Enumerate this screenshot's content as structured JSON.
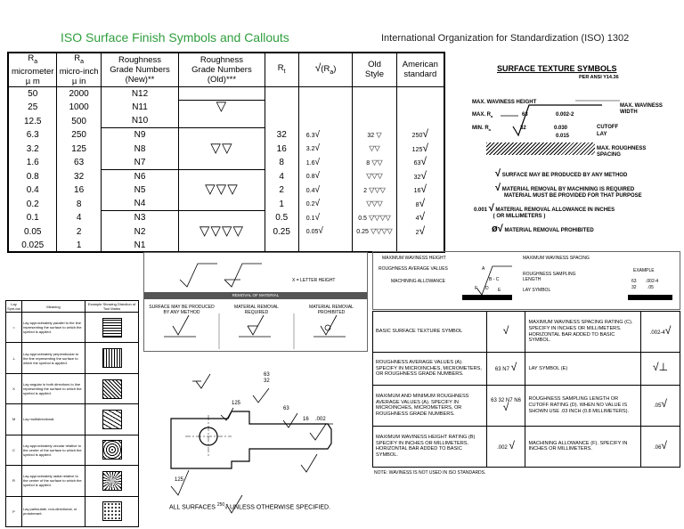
{
  "header": {
    "title": "ISO Surface Finish Symbols and Callouts",
    "subtitle": "International Organization for Standardization (ISO) 1302"
  },
  "table": {
    "headers": [
      {
        "l1": "R",
        "sub": "a",
        "l2": "micrometer",
        "l3": "µ m"
      },
      {
        "l1": "R",
        "sub": "a",
        "l2": "micro-inch",
        "l3": "µ in"
      },
      {
        "l1": "Roughness",
        "l2": "Grade Numbers",
        "l3": "(New)**"
      },
      {
        "l1": "Roughness",
        "l2": "Grade Numbers",
        "l3": "(Old)***"
      },
      {
        "l1": "R",
        "sub": "t"
      },
      {
        "l1": "(R",
        "sub": "a",
        "l2": ")"
      },
      {
        "l1": "Old",
        "l2": "Style"
      },
      {
        "l1": "American",
        "l2": "standard"
      }
    ],
    "rows": [
      {
        "um": "50",
        "uin": "2000",
        "grade": "N12"
      },
      {
        "um": "25",
        "uin": "1000",
        "grade": "N11"
      },
      {
        "um": "12.5",
        "uin": "500",
        "grade": "N10"
      },
      {
        "um": "6.3",
        "uin": "250",
        "grade": "N9",
        "rt": "32",
        "ra": "6.3",
        "old": "32",
        "am": "250"
      },
      {
        "um": "3.2",
        "uin": "125",
        "grade": "N8",
        "rt": "16",
        "ra": "3.2",
        "old": "",
        "am": "125"
      },
      {
        "um": "1.6",
        "uin": "63",
        "grade": "N7",
        "rt": "8",
        "ra": "1.6",
        "old": "8",
        "am": "63"
      },
      {
        "um": "0.8",
        "uin": "32",
        "grade": "N6",
        "rt": "4",
        "ra": "0.8",
        "old": "",
        "am": "32"
      },
      {
        "um": "0.4",
        "uin": "16",
        "grade": "N5",
        "rt": "2",
        "ra": "0.4",
        "old": "2",
        "am": "16"
      },
      {
        "um": "0.2",
        "uin": "8",
        "grade": "N4",
        "rt": "1",
        "ra": "0.2",
        "old": "",
        "am": "8"
      },
      {
        "um": "0.1",
        "uin": "4",
        "grade": "N3",
        "rt": "0.5",
        "ra": "0.1",
        "old": "0.5",
        "am": "4"
      },
      {
        "um": "0.05",
        "uin": "2",
        "grade": "N2",
        "rt": "0.25",
        "ra": "0.05",
        "old": "0.25",
        "am": "2"
      },
      {
        "um": "0.025",
        "uin": "1",
        "grade": "N1",
        "rt": "",
        "ra": "",
        "old": "",
        "am": ""
      }
    ]
  },
  "texture": {
    "title": "SURFACE TEXTURE SYMBOLS",
    "std": "PER ANSI Y14.36",
    "l1": "MAX. WAVINESS HEIGHT",
    "l2": "MAX. WAVINESS WIDTH",
    "l3": "MAX. R",
    "l3v": "63",
    "l3w": "0.002-2",
    "l4": "MIN. R",
    "l4v": "32",
    "l4w": "0.030",
    "l5": "CUTOFF",
    "l6": "LAY",
    "l6v": "0.015",
    "l7": "MAX. ROUGHNESS SPACING",
    "s1": "SURFACE MAY BE PRODUCED BY ANY METHOD",
    "s2": "MATERIAL REMOVAL BY MACHINING IS REQUIRED",
    "s2b": "MATERIAL MUST BE PROVIDED FOR THAT PURPOSE",
    "s3v": "0.001",
    "s3": "MATERIAL REMOVAL ALLOWANCE IN INCHES",
    "s3b": "( OR MILLIMETERS )",
    "s4": "MATERIAL REMOVAL PROHIBITED"
  },
  "center": {
    "xl": "X = LETTER HEIGHT",
    "bar": "REMOVAL OF MATERIAL",
    "c1": "SURFACE MAY BE PRODUCED BY ANY METHOD",
    "c2": "MATERIAL REMOVAL REQUIRED",
    "c3": "MATERIAL REMOVAL PROHIBITED"
  },
  "drawing": {
    "v1": "63",
    "v2": "32",
    "v3": "125",
    "v4": "63",
    "v5": "16",
    "v6": ".002",
    "v7": "125",
    "note1": "ALL SURFACES",
    "note_v": "250",
    "note2": "UNLESS OTHERWISE SPECIFIED."
  },
  "key": {
    "a": "MAXIMUM WAVINESS HEIGHT",
    "b": "MAXIMUM WAVINESS SPACING",
    "c": "ROUGHNESS AVERAGE VALUES",
    "d": "ROUGHNESS SAMPLING LENGTH",
    "e": "MACHINING ALLOWANCE",
    "f": "LAY SYMBOL",
    "ex": "EXAMPLE",
    "exv1": "63",
    "exv2": "32",
    "exv3": ".002-4",
    "exv4": ".05",
    "lA": "A",
    "lB": "B - C",
    "lD": "D",
    "lE": "E",
    "lF": "F"
  },
  "grid": [
    {
      "l": "BASIC SURFACE TEXTURE SYMBOL",
      "r": "MAXIMUM WAVINESS SPACING RATING (C). SPECIFY IN INCHES OR MILLIMETERS. HORIZONTAL BAR ADDED TO BASIC SYMBOL.",
      "rv": ".002-4"
    },
    {
      "l": "ROUGHNESS AVERAGE VALUES (A). SPECIFY IN MICROINCHES, MICROMETERS, OR ROUGHNESS GRADE NUMBERS.",
      "lv1": "63",
      "lv2": "N7",
      "r": "LAY SYMBOL (E)"
    },
    {
      "l": "MAXIMUM AND MINIMUM ROUGHNESS AVERAGE VALUES (A). SPECIFY IN MICROINCHES, MICROMETERS, OR ROUGHNESS GRADE NUMBERS.",
      "lv1": "63",
      "lv2": "32",
      "lv3": "N7",
      "lv4": "N6",
      "r": "ROUGHNESS SAMPLING LENGTH OR CUTOFF RATING (D). WHEN NO VALUE IS SHOWN USE .03 INCH (0.8 MILLIMETERS).",
      "rv": ".05"
    },
    {
      "l": "MAXIMUM WAVINESS HEIGHT RATING (B) SPECIFY IN INCHES OR MILLIMETERS. HORIZONTAL BAR ADDED TO BASIC SYMBOL.",
      "lv1": ".002",
      "r": "MACHINING ALLOWANCE (F). SPECIFY IN INCHES OR MILLIMETERS.",
      "rv": ".06"
    }
  ],
  "gridNote": "NOTE: WAVINESS IS NOT USED IN ISO STANDARDS.",
  "lay": {
    "h1": "Lay Sym-bol",
    "h2": "Meaning",
    "h3": "Example Showing Direction of Tool Marks",
    "rows": [
      {
        "s": "=",
        "m": "Lay approximately parallel to the line representing the surface to which the symbol is applied."
      },
      {
        "s": "⊥",
        "m": "Lay approximately perpendicular to the line representing the surface to which the symbol is applied."
      },
      {
        "s": "X",
        "m": "Lay angular in both directions to line representing the surface to which the symbol is applied."
      },
      {
        "s": "M",
        "m": "Lay multidirectional."
      },
      {
        "s": "C",
        "m": "Lay approximately circular relative to the center of the surface to which the symbol is applied."
      },
      {
        "s": "R",
        "m": "Lay approximately radial relative to the center of the surface to which the symbol is applied."
      },
      {
        "s": "P",
        "m": "Lay particulate, non-directional, or protuberant."
      }
    ]
  }
}
